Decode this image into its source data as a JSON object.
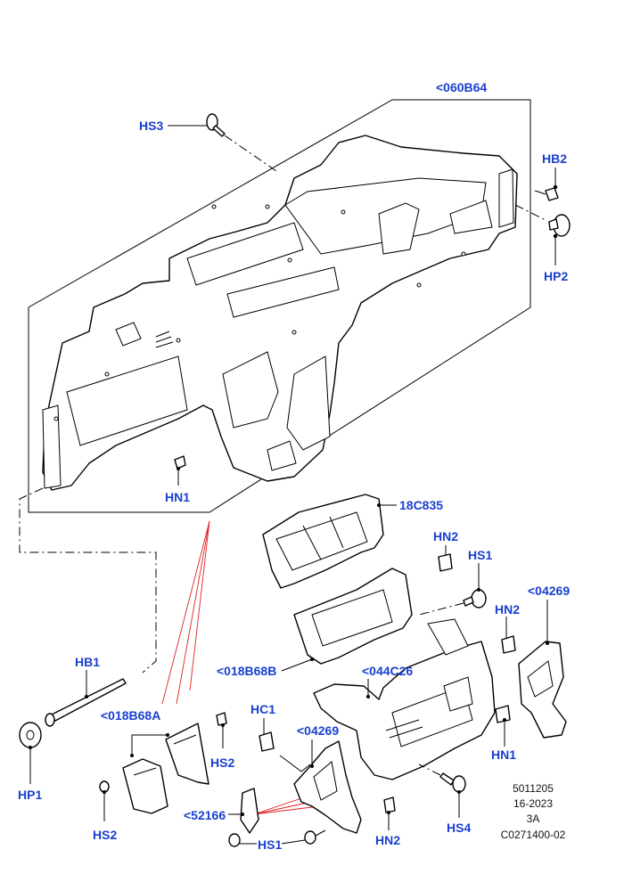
{
  "colors": {
    "label": "#1a3fcf",
    "line": "#000000",
    "highlight": "#e02020",
    "background": "#ffffff"
  },
  "callouts": {
    "main_frame": "<060B64",
    "hs3": "HS3",
    "hb2": "HB2",
    "hp2": "HP2",
    "hn1_top": "HN1",
    "bracket_18c835": "18C835",
    "hn2_a": "HN2",
    "hs1_a": "HS1",
    "part_04269_right": "<04269",
    "hn2_b": "HN2",
    "bracket_018b68b": "<018B68B",
    "bracket_044c26": "<044C26",
    "hn1_bottom": "HN1",
    "hb1": "HB1",
    "bracket_018b68a": "<018B68A",
    "hs2_a": "HS2",
    "hc1": "HC1",
    "part_04269_left": "<04269",
    "hp1": "HP1",
    "hs2_b": "HS2",
    "part_52166": "<52166",
    "hs1_b": "HS1",
    "hn2_c": "HN2",
    "hs4": "HS4"
  },
  "reference_block": {
    "line1": "5011205",
    "line2": "16-2023",
    "line3": "3A",
    "line4": "C0271400-02"
  }
}
